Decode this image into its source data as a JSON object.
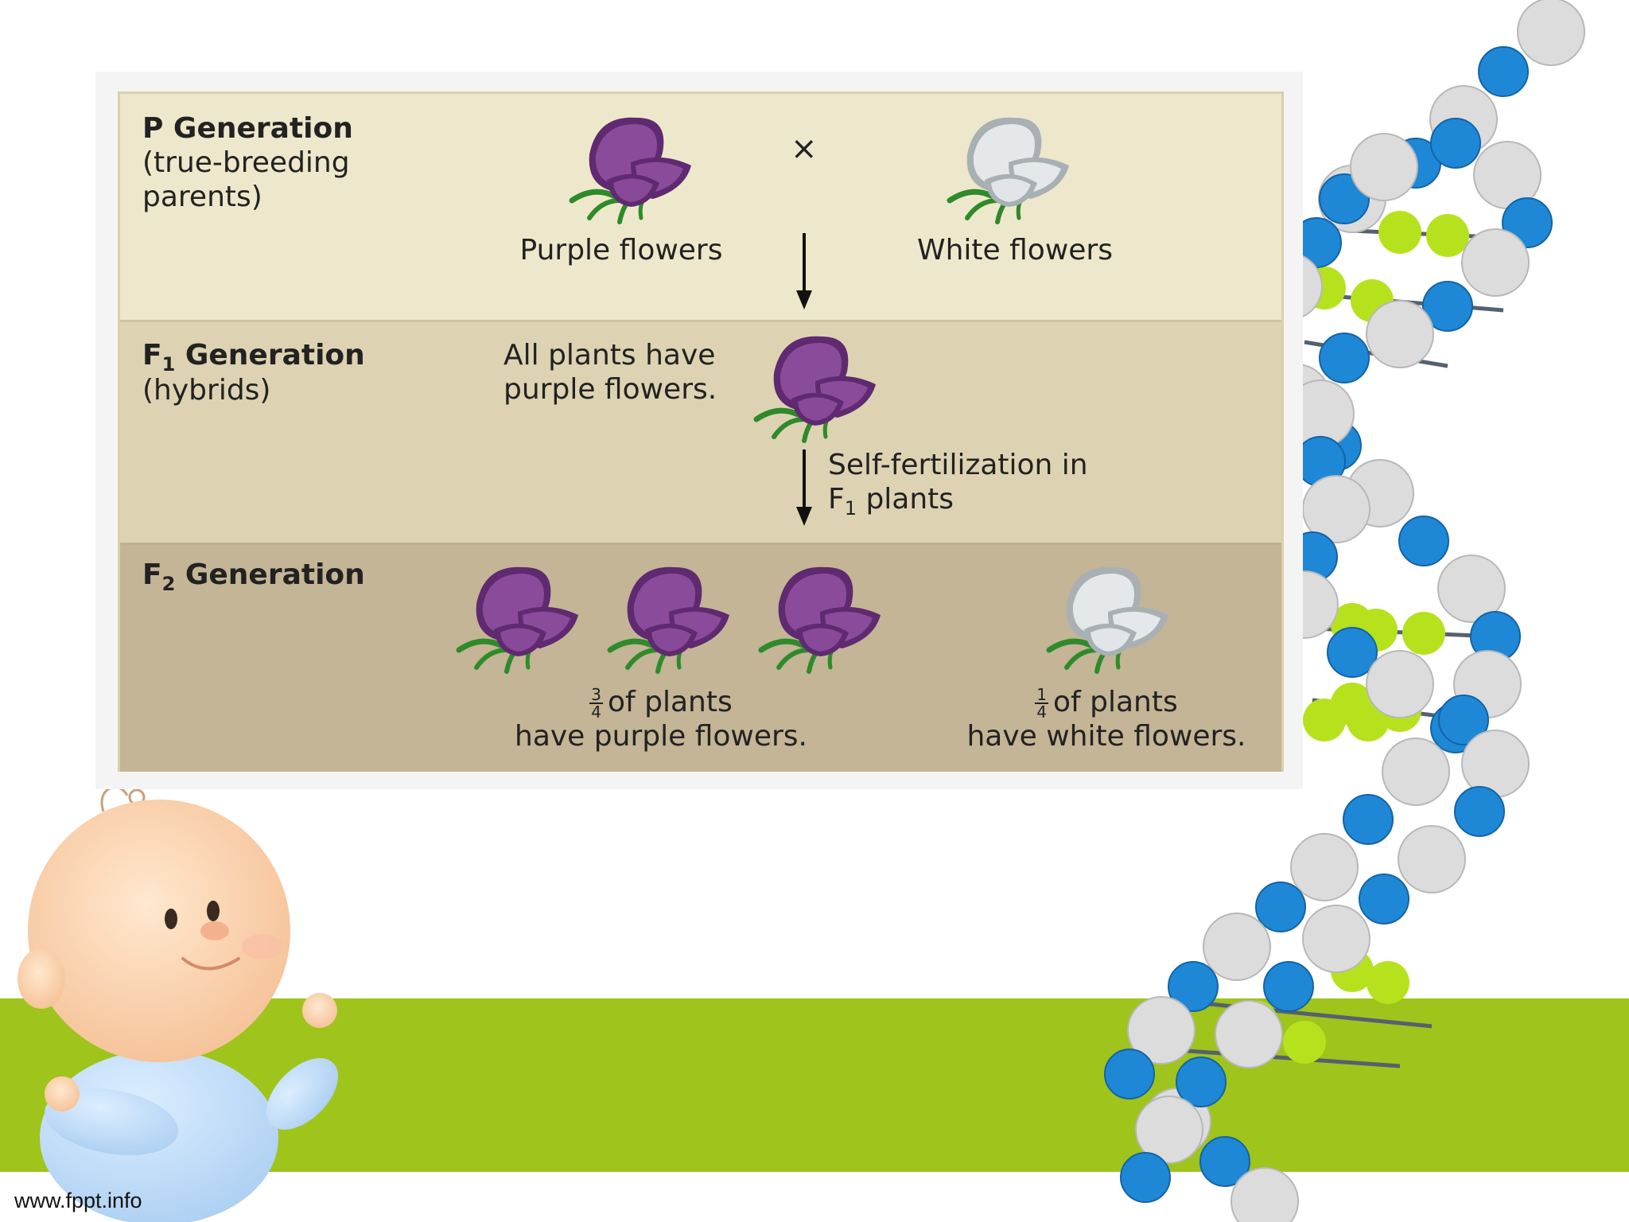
{
  "diagram": {
    "p_generation": {
      "title": "P Generation",
      "subtitle_line1": "(true-breeding",
      "subtitle_line2": "parents)",
      "cross_symbol": "×",
      "left_flower_label": "Purple flowers",
      "right_flower_label": "White flowers"
    },
    "f1_generation": {
      "title_prefix": "F",
      "title_sub": "1",
      "title_suffix": " Generation",
      "subtitle": "(hybrids)",
      "note_line1": "All plants have",
      "note_line2": "purple flowers.",
      "arrow_label_line1": "Self-fertilization in",
      "arrow_label_line2_prefix": "F",
      "arrow_label_line2_sub": "1",
      "arrow_label_line2_suffix": " plants"
    },
    "f2_generation": {
      "title_prefix": "F",
      "title_sub": "2",
      "title_suffix": " Generation",
      "purple_fraction_num": "3",
      "purple_fraction_den": "4",
      "purple_label_line1": "of plants",
      "purple_label_line2": "have purple flowers.",
      "white_fraction_num": "1",
      "white_fraction_den": "4",
      "white_label_line1": "of plants",
      "white_label_line2": "have white flowers."
    }
  },
  "colors": {
    "row_p_bg": "#ede8cb",
    "row_f1_bg": "#ddd3b2",
    "row_f2_bg": "#c3b595",
    "purple_petal": "#8a4c9a",
    "purple_dark": "#5f2a70",
    "white_petal": "#e4e8ea",
    "stem_green": "#2f8a2a",
    "green_band": "#9fc41b",
    "dna_blue": "#1e88d6",
    "dna_white": "#dcdcdc",
    "dna_lime": "#b6e21d"
  },
  "footer": {
    "site": "www.fppt.info"
  }
}
